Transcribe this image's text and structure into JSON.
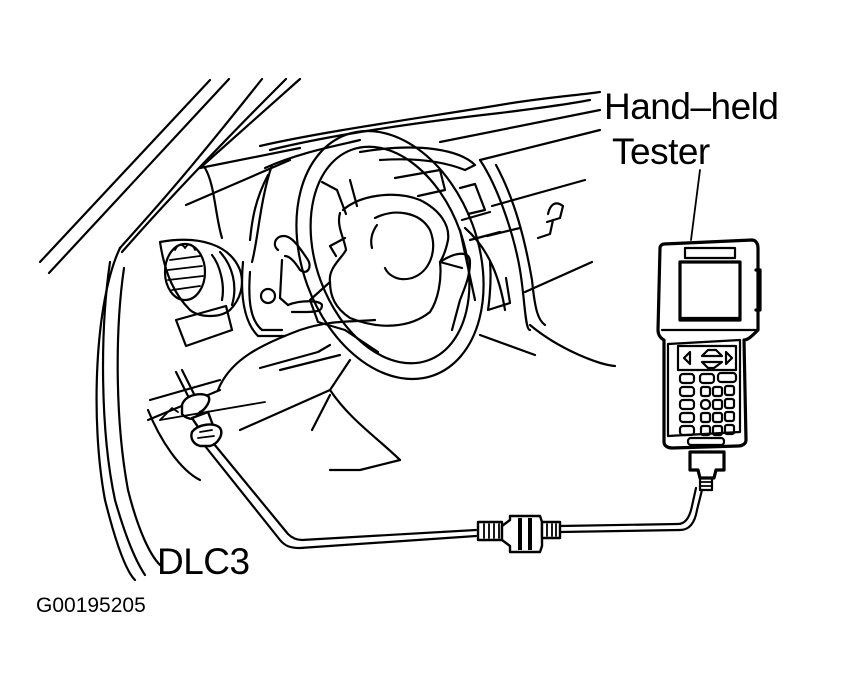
{
  "figure": {
    "type": "technical-illustration",
    "subject": "Connecting hand-held tester to DLC3 under dashboard",
    "callouts": {
      "tester_line1": "Hand–held",
      "tester_line2": "Tester",
      "connector": "DLC3"
    },
    "figure_id": "G00195205",
    "colors": {
      "line": "#000000",
      "background": "#ffffff"
    },
    "components": [
      {
        "name": "a-pillar",
        "label": ""
      },
      {
        "name": "air-vent",
        "label": ""
      },
      {
        "name": "steering-wheel",
        "label": ""
      },
      {
        "name": "combination-switch-lever",
        "label": ""
      },
      {
        "name": "dashboard",
        "label": ""
      },
      {
        "name": "dlc3-connector",
        "label": "DLC3"
      },
      {
        "name": "tester-cable",
        "label": ""
      },
      {
        "name": "cable-coupler",
        "label": ""
      },
      {
        "name": "hand-held-tester",
        "label": "Hand–held Tester"
      }
    ],
    "tester_keypad": {
      "arrow_keys": [
        "left",
        "up",
        "down",
        "right"
      ],
      "rows": 5,
      "cols": 3
    }
  }
}
